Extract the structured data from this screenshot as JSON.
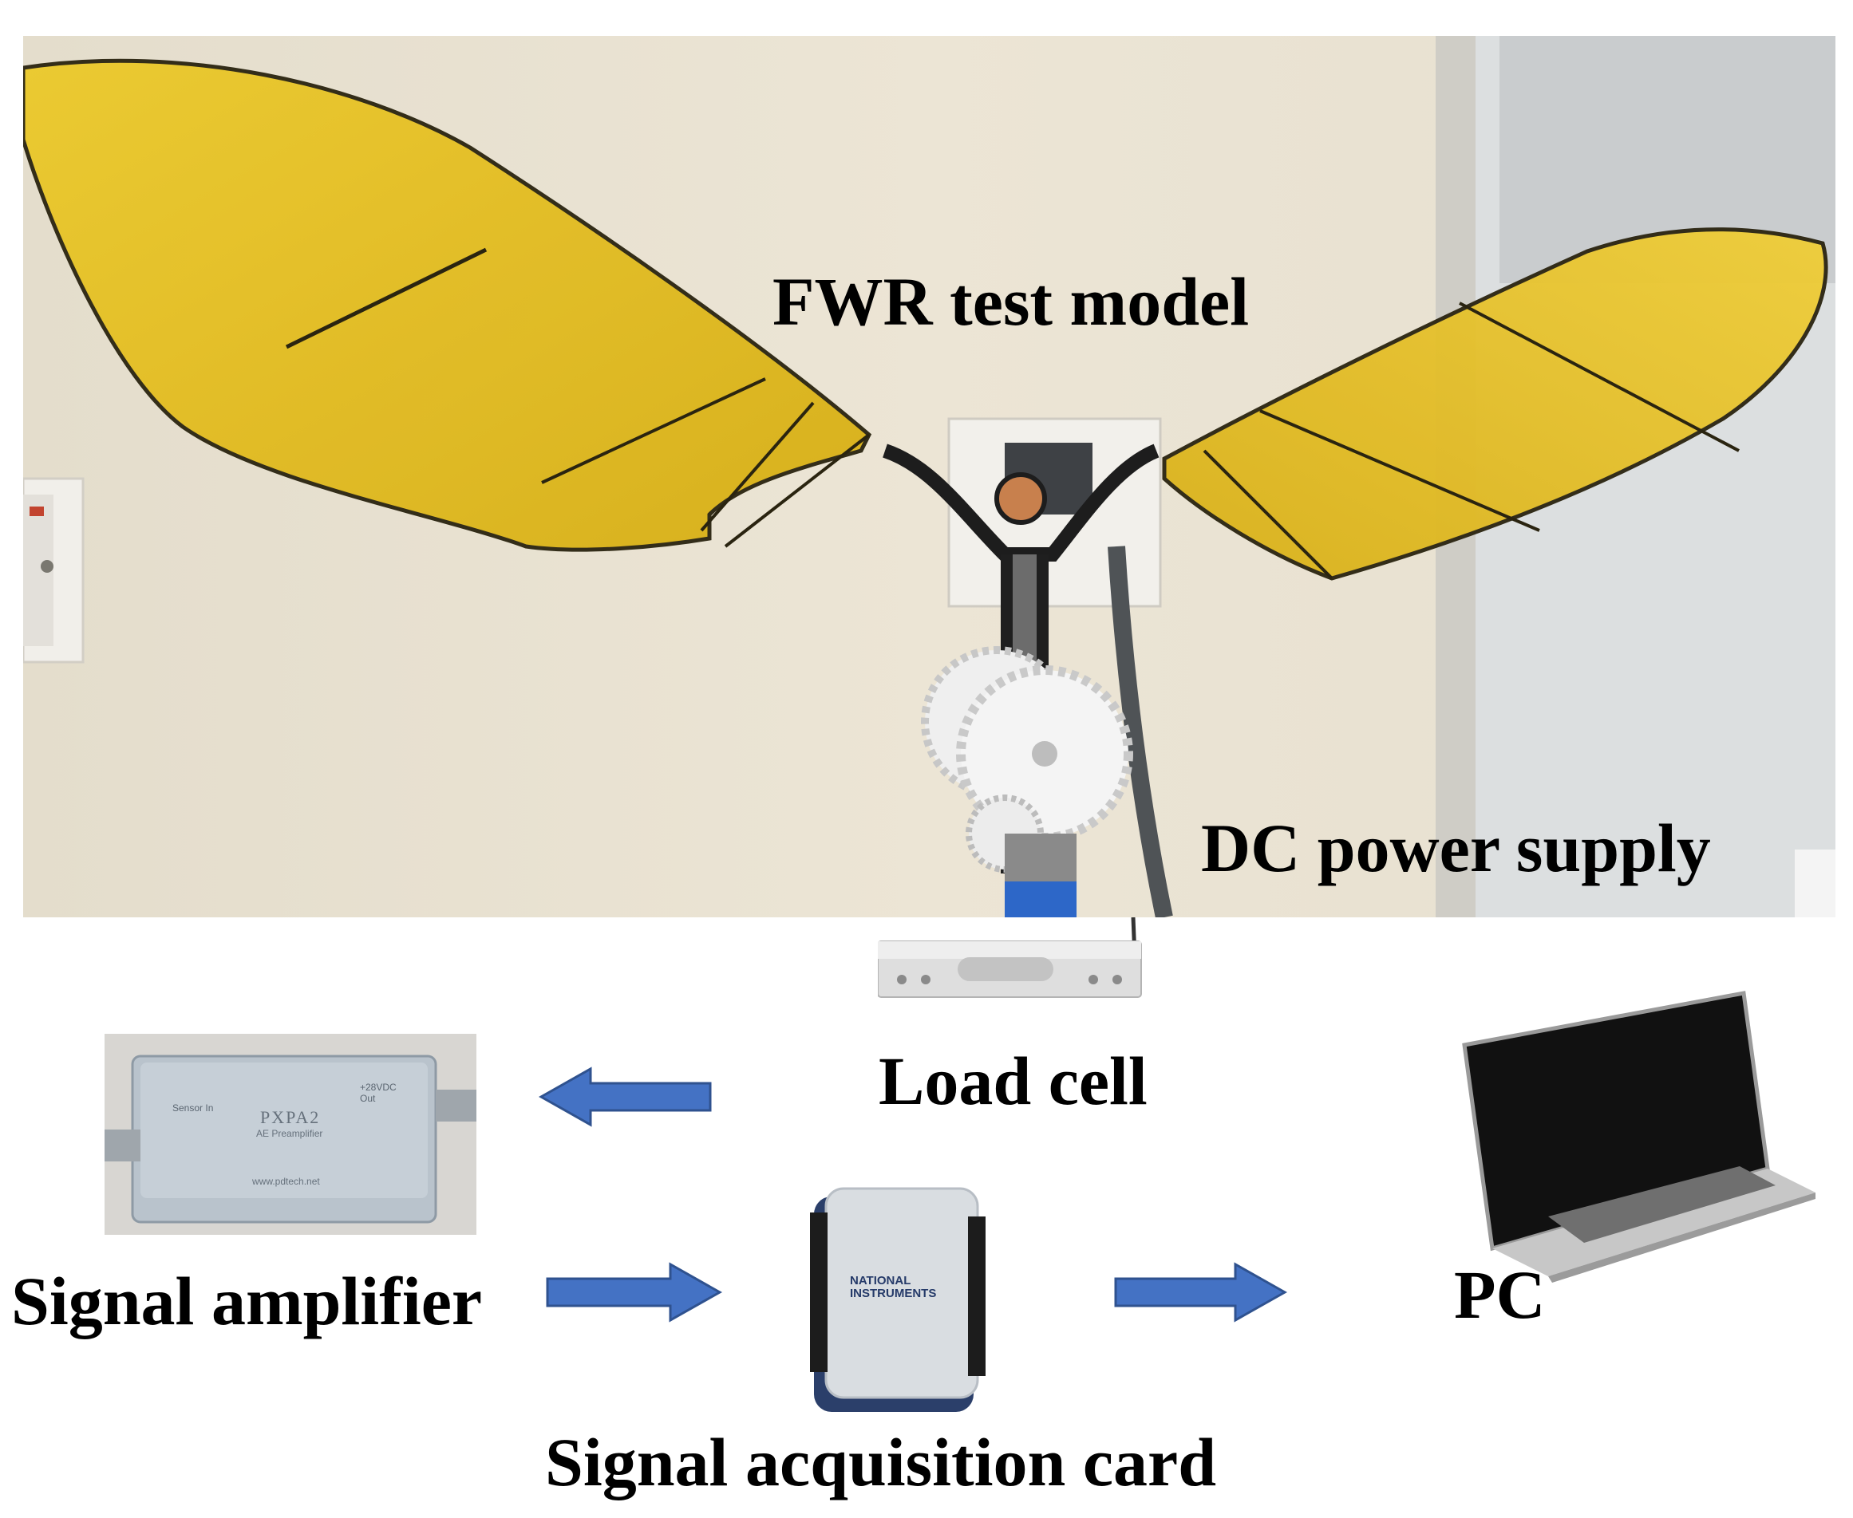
{
  "labels": {
    "fwr_test_model": "FWR test model",
    "dc_power_supply": "DC power supply",
    "load_cell": "Load cell",
    "signal_amplifier": "Signal amplifier",
    "signal_acquisition_card": "Signal acquisition card",
    "pc": "PC"
  },
  "device_text": {
    "amplifier_model": "PXPA2",
    "amplifier_subtitle": "AE Preamplifier",
    "amplifier_sensor_in": "Sensor In",
    "amplifier_out": "+28VDC Out",
    "amplifier_url": "www.pdtech.net",
    "daq_brand_line1": "NATIONAL",
    "daq_brand_line2": "INSTRUMENTS"
  },
  "colors": {
    "arrow_fill": "#4472C4",
    "arrow_stroke": "#2F528F",
    "wing_yellow": "#E8C21E",
    "wall": "#E9E2D2",
    "label_text": "#000000"
  }
}
